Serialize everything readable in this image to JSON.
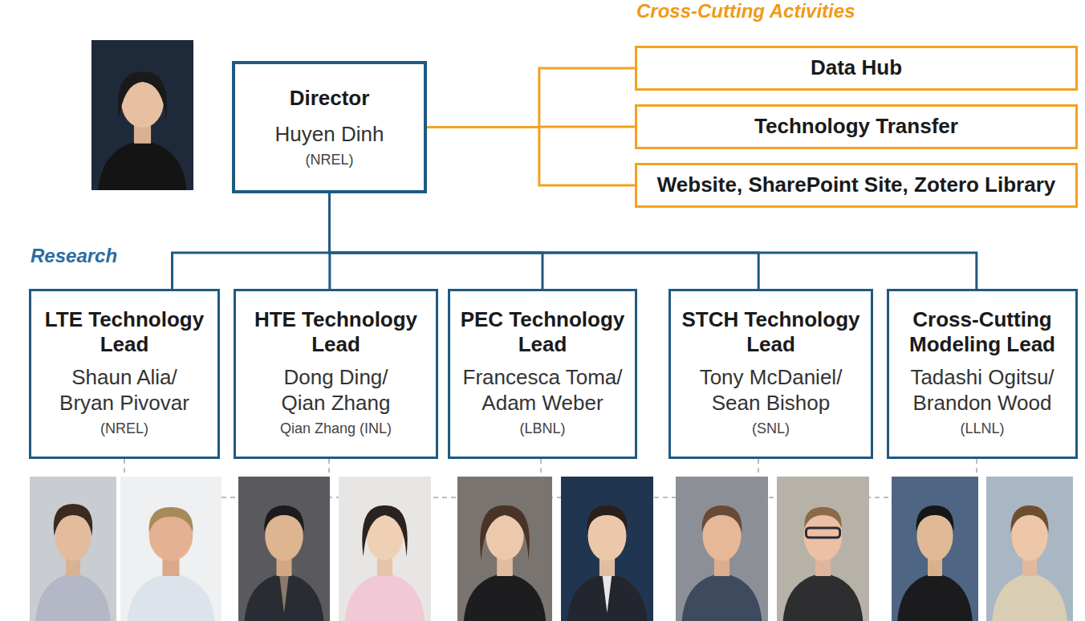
{
  "diagram": {
    "nodes": [
      {
        "text": [
          "Director",
          "Huyen Dinh",
          "(NREL)"
        ]
      },
      {
        "text": [
          "Cross-Cutting Activities"
        ]
      },
      {
        "text": [
          "Data Hub"
        ],
        "in": 1
      },
      {
        "text": [
          "Technology Transfer"
        ],
        "in": 1
      },
      {
        "text": [
          "Website, SharePoint Site, Zotero Library"
        ],
        "in": 1
      },
      {
        "text": [
          "Research"
        ]
      },
      {
        "text": [
          "LTE Technology Lead",
          "Shaun Alia/ Bryan Pivovar",
          "(NREL)"
        ],
        "in": 5
      },
      {
        "text": [
          "HTE Technology Lead",
          "Dong Ding/ Qian Zhang",
          "Qian Zhang (INL)"
        ],
        "in": 5
      },
      {
        "text": [
          "PEC Technology Lead",
          "Francesca Toma/ Adam Weber",
          "(LBNL)"
        ],
        "in": 5
      },
      {
        "text": [
          "STCH Technology Lead",
          "Tony McDaniel/ Sean Bishop",
          "(SNL)"
        ],
        "in": 5
      },
      {
        "text": [
          "Cross-Cutting Modeling Lead",
          "Tadashi Ogitsu/ Brandon Wood",
          "(LLNL)"
        ],
        "in": 5
      }
    ],
    "edges": [
      {
        "from": 0,
        "to": 2,
        "arrow": "none"
      },
      {
        "from": 0,
        "to": 3,
        "arrow": "none"
      },
      {
        "from": 0,
        "to": 4,
        "arrow": "none"
      },
      {
        "from": 0,
        "to": 6,
        "arrow": "none"
      },
      {
        "from": 0,
        "to": 7,
        "arrow": "none"
      },
      {
        "from": 0,
        "to": 8,
        "arrow": "none"
      },
      {
        "from": 0,
        "to": 9,
        "arrow": "none"
      },
      {
        "from": 0,
        "to": 10,
        "arrow": "none"
      }
    ]
  }
}
